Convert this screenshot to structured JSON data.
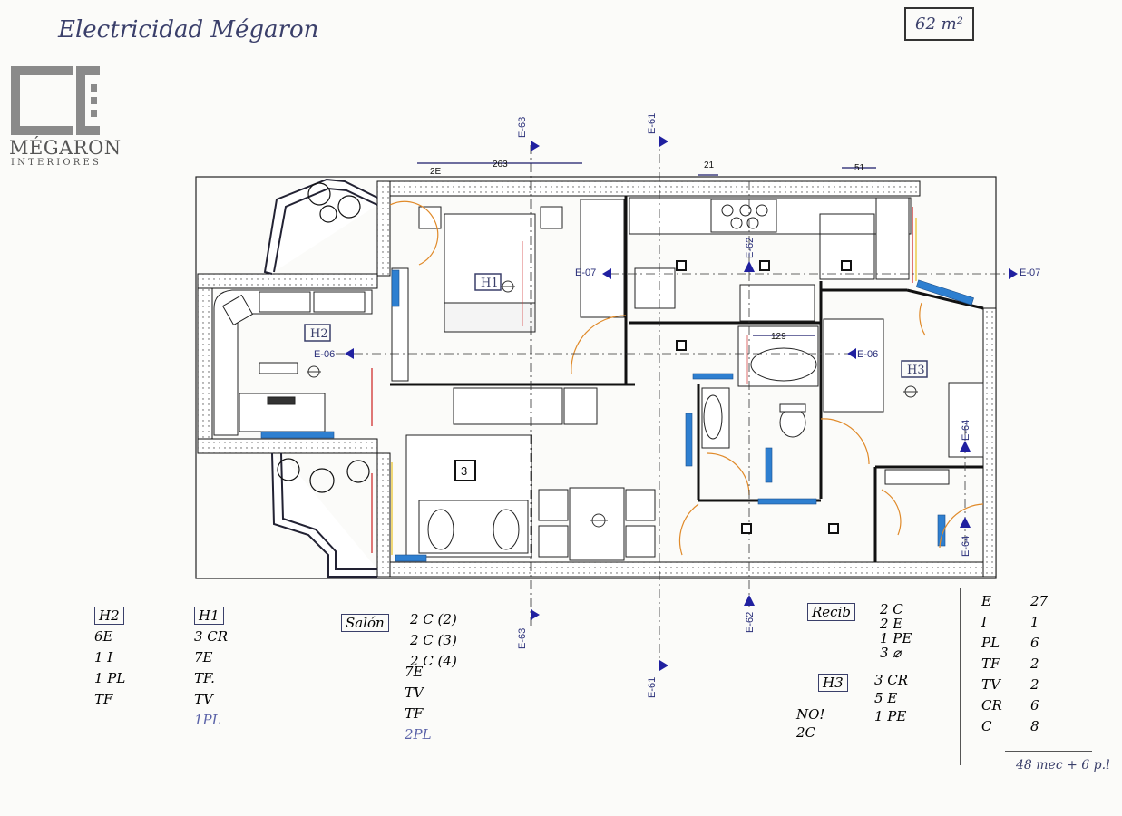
{
  "title": "Electricidad Mégaron",
  "area": "62 m²",
  "logo": {
    "name": "MÉGARON",
    "sub": "INTERIORES"
  },
  "dimensions": {
    "d1": "263",
    "d2": "21",
    "d3": "51",
    "d4": "129",
    "d5": "2E"
  },
  "section_markers": {
    "e63": "E-63",
    "e61": "E-61",
    "e62": "E-62",
    "e64": "E-64",
    "e07": "E-07",
    "e06": "E-06"
  },
  "room_tags": {
    "h2": "H2",
    "h1": "H1",
    "h3": "H3",
    "salon": "3"
  },
  "notes": {
    "h2": {
      "head": "H2",
      "lines": [
        "6E",
        "1 I",
        "1 PL",
        "TF"
      ]
    },
    "h1": {
      "head": "H1",
      "lines": [
        "3 CR",
        "7E",
        "TF.",
        "TV"
      ],
      "blue": "1PL"
    },
    "salon": {
      "head": "Salón",
      "lines": [
        "2 C (2)",
        "2 C (3)",
        "2 C (4)"
      ],
      "extra": [
        "7E",
        "TV",
        "TF"
      ],
      "blue": "2PL"
    },
    "recib": {
      "head": "Recib",
      "lines": [
        "2 C",
        "2 E",
        "1 PE",
        "3 ⌀"
      ]
    },
    "h3": {
      "head": "H3",
      "lines": [
        "3 CR",
        "5 E",
        "1 PE"
      ],
      "aside": [
        "NO!",
        "2C"
      ]
    }
  },
  "totals": {
    "rows": [
      {
        "k": "E",
        "v": "27"
      },
      {
        "k": "I",
        "v": "1"
      },
      {
        "k": "PL",
        "v": "6"
      },
      {
        "k": "TF",
        "v": "2"
      },
      {
        "k": "TV",
        "v": "2"
      },
      {
        "k": "CR",
        "v": "6"
      },
      {
        "k": "C",
        "v": "8"
      }
    ],
    "footer": "48 mec + 6 p.l"
  },
  "colors": {
    "ink": "#3a3f6a",
    "wall": "#1a1a1a",
    "accent_blue": "#2e7fd0",
    "red": "#d03030",
    "yellow": "#e8c020"
  }
}
